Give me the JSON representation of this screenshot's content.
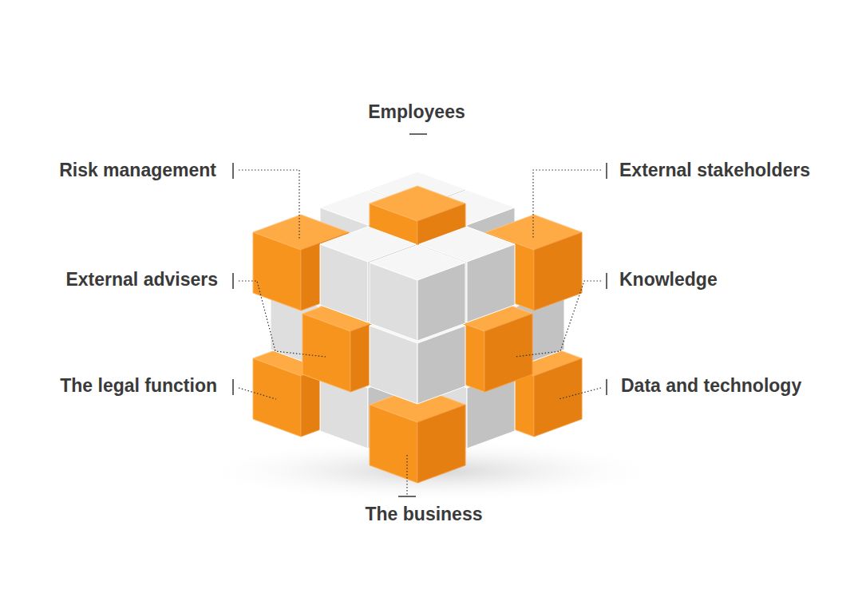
{
  "diagram": {
    "labels": [
      "Employees",
      "Risk management",
      "External stakeholders",
      "External advisers",
      "Knowledge",
      "The legal function",
      "Data and technology",
      "The business"
    ]
  }
}
